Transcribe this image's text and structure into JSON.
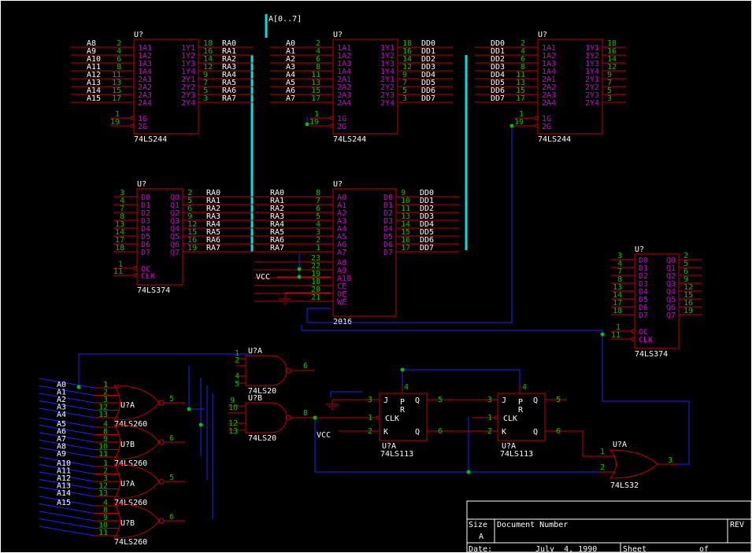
{
  "bus_label": "A[0..7]",
  "chips": {
    "u1": {
      "ref": "U?",
      "part": "74LS244",
      "left_pins": [
        [
          "A8",
          "2",
          "1A1"
        ],
        [
          "A9",
          "4",
          "1A2"
        ],
        [
          "A10",
          "6",
          "1A3"
        ],
        [
          "A11",
          "8",
          "1A4"
        ],
        [
          "A12",
          "11",
          "2A1"
        ],
        [
          "A13",
          "13",
          "2A2"
        ],
        [
          "A14",
          "15",
          "2A3"
        ],
        [
          "A15",
          "17",
          "2A4"
        ]
      ],
      "right_pins": [
        [
          "1Y1",
          "18",
          "RA0"
        ],
        [
          "1Y2",
          "16",
          "RA1"
        ],
        [
          "1Y3",
          "14",
          "RA2"
        ],
        [
          "1Y4",
          "12",
          "RA3"
        ],
        [
          "2Y1",
          "9",
          "RA4"
        ],
        [
          "2Y2",
          "7",
          "RA5"
        ],
        [
          "2Y3",
          "5",
          "RA6"
        ],
        [
          "2Y4",
          "3",
          "RA7"
        ]
      ],
      "ctrl": [
        [
          "1",
          "1G"
        ],
        [
          "19",
          "2G"
        ]
      ]
    },
    "u2": {
      "ref": "U?",
      "part": "74LS244",
      "left_pins": [
        [
          "A0",
          "2",
          "1A1"
        ],
        [
          "A1",
          "4",
          "1A2"
        ],
        [
          "A2",
          "6",
          "1A3"
        ],
        [
          "A3",
          "8",
          "1A4"
        ],
        [
          "A4",
          "11",
          "2A1"
        ],
        [
          "A5",
          "13",
          "2A2"
        ],
        [
          "A6",
          "15",
          "2A3"
        ],
        [
          "A7",
          "17",
          "2A4"
        ]
      ],
      "right_pins": [
        [
          "1Y1",
          "18",
          "DD0"
        ],
        [
          "1Y2",
          "16",
          "DD1"
        ],
        [
          "1Y3",
          "14",
          "DD2"
        ],
        [
          "1Y4",
          "12",
          "DD3"
        ],
        [
          "2Y1",
          "9",
          "DD4"
        ],
        [
          "2Y2",
          "7",
          "DD5"
        ],
        [
          "2Y3",
          "5",
          "DD6"
        ],
        [
          "2Y4",
          "3",
          "DD7"
        ]
      ],
      "ctrl": [
        [
          "1",
          "1G"
        ],
        [
          "19",
          "2G"
        ]
      ]
    },
    "u3": {
      "ref": "U?",
      "part": "74LS244",
      "left_pins": [
        [
          "DD0",
          "2",
          "1A1"
        ],
        [
          "DD1",
          "4",
          "1A2"
        ],
        [
          "DD2",
          "6",
          "1A3"
        ],
        [
          "DD3",
          "8",
          "1A4"
        ],
        [
          "DD4",
          "11",
          "2A1"
        ],
        [
          "DD5",
          "13",
          "2A2"
        ],
        [
          "DD6",
          "15",
          "2A3"
        ],
        [
          "DD7",
          "17",
          "2A4"
        ]
      ],
      "right_pins": [
        [
          "1Y1",
          "18",
          ""
        ],
        [
          "1Y2",
          "16",
          ""
        ],
        [
          "1Y3",
          "14",
          ""
        ],
        [
          "1Y4",
          "12",
          ""
        ],
        [
          "2Y1",
          "9",
          ""
        ],
        [
          "2Y2",
          "7",
          ""
        ],
        [
          "2Y3",
          "5",
          ""
        ],
        [
          "2Y4",
          "3",
          ""
        ]
      ],
      "ctrl": [
        [
          "1",
          "1G"
        ],
        [
          "19",
          "2G"
        ]
      ]
    },
    "u4": {
      "ref": "U?",
      "part": "74LS374",
      "left_pins": [
        [
          "",
          "3",
          "D0"
        ],
        [
          "",
          "4",
          "D1"
        ],
        [
          "",
          "7",
          "D2"
        ],
        [
          "",
          "8",
          "D3"
        ],
        [
          "",
          "13",
          "D4"
        ],
        [
          "",
          "14",
          "D5"
        ],
        [
          "",
          "17",
          "D6"
        ],
        [
          "",
          "18",
          "D7"
        ]
      ],
      "right_pins": [
        [
          "Q0",
          "2",
          "RA0"
        ],
        [
          "Q1",
          "5",
          "RA1"
        ],
        [
          "Q2",
          "6",
          "RA2"
        ],
        [
          "Q3",
          "9",
          "RA3"
        ],
        [
          "Q4",
          "12",
          "RA4"
        ],
        [
          "Q5",
          "15",
          "RA5"
        ],
        [
          "Q6",
          "16",
          "RA6"
        ],
        [
          "Q7",
          "19",
          "RA7"
        ]
      ],
      "ctrl": [
        [
          "1",
          "OC"
        ],
        [
          "11",
          "CLK"
        ]
      ]
    },
    "u5": {
      "ref": "U?",
      "part": "2016",
      "left_pins": [
        [
          "RA0",
          "8",
          "A0"
        ],
        [
          "RA1",
          "7",
          "A1"
        ],
        [
          "RA2",
          "6",
          "A2"
        ],
        [
          "RA3",
          "5",
          "A3"
        ],
        [
          "RA4",
          "4",
          "A4"
        ],
        [
          "RA5",
          "3",
          "A5"
        ],
        [
          "RA6",
          "2",
          "A6"
        ],
        [
          "RA7",
          "1",
          "A7"
        ],
        [
          "",
          "23",
          "A8"
        ],
        [
          "",
          "22",
          "A9"
        ],
        [
          "",
          "19",
          "A10"
        ],
        [
          "",
          "18",
          "CE"
        ],
        [
          "",
          "20",
          "OE"
        ],
        [
          "",
          "21",
          "WE"
        ]
      ],
      "right_pins": [
        [
          "D0",
          "9",
          "DD0"
        ],
        [
          "D1",
          "10",
          "DD1"
        ],
        [
          "D2",
          "11",
          "DD2"
        ],
        [
          "D3",
          "13",
          "DD3"
        ],
        [
          "D4",
          "14",
          "DD4"
        ],
        [
          "D5",
          "15",
          "DD5"
        ],
        [
          "D6",
          "16",
          "DD6"
        ],
        [
          "D7",
          "17",
          "DD7"
        ]
      ]
    },
    "u6": {
      "ref": "U?",
      "part": "74LS374",
      "left_pins": [
        [
          "",
          "3",
          "D0"
        ],
        [
          "",
          "4",
          "D1"
        ],
        [
          "",
          "7",
          "D2"
        ],
        [
          "",
          "8",
          "D3"
        ],
        [
          "",
          "13",
          "D4"
        ],
        [
          "",
          "14",
          "D5"
        ],
        [
          "",
          "17",
          "D6"
        ],
        [
          "",
          "18",
          "D7"
        ]
      ],
      "right_pins": [
        [
          "Q0",
          "2",
          ""
        ],
        [
          "Q1",
          "5",
          ""
        ],
        [
          "Q2",
          "6",
          ""
        ],
        [
          "Q3",
          "9",
          ""
        ],
        [
          "Q4",
          "12",
          ""
        ],
        [
          "Q5",
          "15",
          ""
        ],
        [
          "Q6",
          "16",
          ""
        ],
        [
          "Q7",
          "19",
          ""
        ]
      ],
      "ctrl": [
        [
          "1",
          "OC"
        ],
        [
          "11",
          "CLK"
        ]
      ]
    }
  },
  "vcc": "VCC",
  "nand_a": {
    "ref": "U?A",
    "part": "74LS20",
    "pins": [
      "1",
      "2",
      "4",
      "5"
    ],
    "out": "6"
  },
  "nand_b": {
    "ref": "U?B",
    "part": "74LS20",
    "pins": [
      "9",
      "10",
      "12",
      "13"
    ],
    "out": "8"
  },
  "nor_groups": [
    {
      "ref": "U?A",
      "part": "74LS260",
      "inputs": [
        [
          "A0",
          "1"
        ],
        [
          "A1",
          "2"
        ],
        [
          "A2",
          "3"
        ],
        [
          "A3",
          "12"
        ],
        [
          "A4",
          "13"
        ]
      ],
      "out": "5"
    },
    {
      "ref": "U?B",
      "part": "74LS260",
      "inputs": [
        [
          "A5",
          "4"
        ],
        [
          "A6",
          "8"
        ],
        [
          "A7",
          "9"
        ],
        [
          "A8",
          "10"
        ],
        [
          "A9",
          "11"
        ]
      ],
      "out": "6"
    },
    {
      "ref": "U?A",
      "part": "74LS260",
      "inputs": [
        [
          "A10",
          "1"
        ],
        [
          "A11",
          "2"
        ],
        [
          "A12",
          "3"
        ],
        [
          "A13",
          "12"
        ],
        [
          "A14",
          "13"
        ]
      ],
      "out": "5"
    },
    {
      "ref": "U?B",
      "part": "74LS260",
      "inputs": [
        [
          "A15",
          "4"
        ],
        [
          "",
          "8"
        ],
        [
          "",
          "9"
        ],
        [
          "",
          "10"
        ],
        [
          "",
          "11"
        ]
      ],
      "out": "6"
    }
  ],
  "jk1": {
    "ref": "U?A",
    "part": "74LS113",
    "j": "3",
    "clk": "1",
    "k": "2",
    "q": "5",
    "qn": "6",
    "pr": "4",
    "labels": [
      "J",
      "Q",
      "CLK",
      "K",
      "Q",
      "P",
      "R"
    ]
  },
  "jk2": {
    "ref": "U?A",
    "part": "74LS113",
    "j": "3",
    "clk": "1",
    "k": "2",
    "q": "5",
    "qn": "6",
    "pr": "4",
    "labels": [
      "J",
      "Q",
      "CLK",
      "K",
      "Q",
      "P",
      "R"
    ]
  },
  "or_gate": {
    "ref": "U?A",
    "part": "74LS32",
    "in1": "1",
    "in2": "2",
    "out": "3"
  },
  "title_block": {
    "size_label": "Size",
    "size_value": "A",
    "doc_label": "Document Number",
    "rev_label": "REV",
    "date_label": "Date:",
    "date_value": "July  4, 1990",
    "sheet_label": "Sheet",
    "of_label": "of"
  }
}
